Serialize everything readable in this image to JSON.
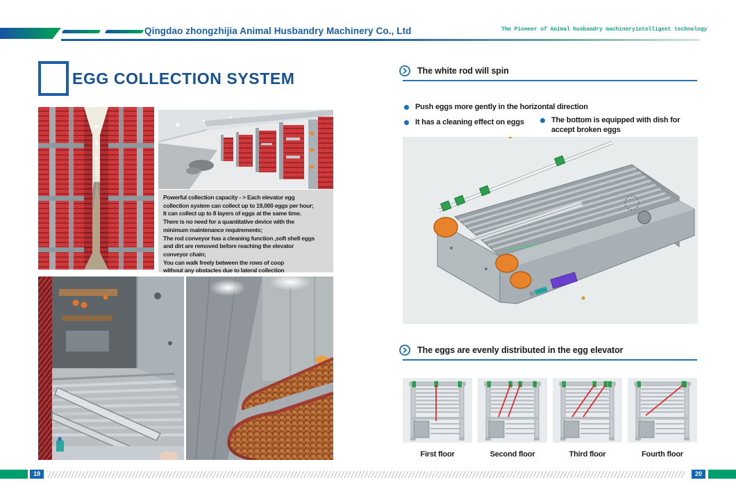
{
  "header": {
    "company": "Qingdao zhongzhijia Animal Husbandry Machinery Co., Ltd",
    "tagline_part1": "The Pioneer of Animal husbandry machinery",
    "tagline_part2": "intelligent technology"
  },
  "title": "EGG COLLECTION SYSTEM",
  "left": {
    "description": "Powerful collection capacity - > Each elevator egg\ncollection system can collect up to 19,000 eggs per hour;\nIt can collect up to 8 layers of eggs at the same time.\nThere is no need for a quantitative device with the\n minimum maintenance requirements;\nThe rod conveyor has a cleaning function ,soft shell eggs\n and dirt are removed before reaching the elevator\nconveyor chain;\nYou can walk freely between the rows of coop\nwithout any obstacles due to lateral collection"
  },
  "right": {
    "section1": {
      "heading": "The white rod will spin",
      "bullets": [
        "Push eggs more gently in the horizontal direction",
        "It has a cleaning effect on eggs",
        "The bottom is equipped with dish for accept broken eggs"
      ]
    },
    "section2": {
      "heading": "The eggs are evenly distributed in the egg elevator",
      "floors": [
        {
          "label": "First floor",
          "red_lines": [
            [
              48,
              10,
              48,
              62
            ]
          ]
        },
        {
          "label": "Second floor",
          "red_lines": [
            [
              30,
              56,
              47,
              10
            ],
            [
              44,
              56,
              61,
              10
            ]
          ]
        },
        {
          "label": "Third floor",
          "red_lines": [
            [
              28,
              56,
              60,
              10
            ],
            [
              44,
              56,
              76,
              10
            ]
          ]
        },
        {
          "label": "Fourth floor",
          "red_lines": [
            [
              26,
              54,
              80,
              10
            ]
          ]
        }
      ]
    }
  },
  "footer": {
    "page_left": "19",
    "page_right": "20"
  },
  "colors": {
    "accent_blue": "#1a5fa8",
    "teal": "#18a18c",
    "gradient_green": "#00a651",
    "footer_green": "#00a06e",
    "footer_blue": "#1468b3",
    "cage_red": "#d13a3c",
    "path_red": "#e02425"
  }
}
